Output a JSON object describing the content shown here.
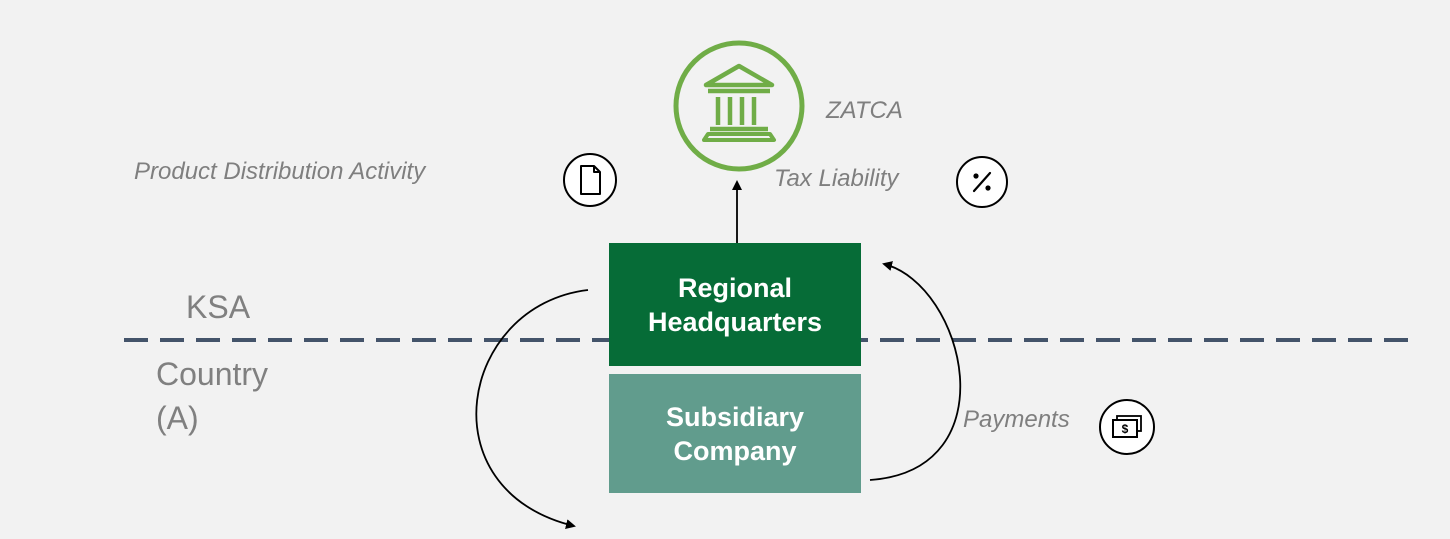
{
  "authority": {
    "label": "ZATCA",
    "icon": "government-building-icon",
    "color": "#70ad47"
  },
  "labels": {
    "product_distribution": "Product Distribution Activity",
    "tax_liability": "Tax Liability",
    "payments": "Payments"
  },
  "regions": {
    "upper": "KSA",
    "lower": "Country\n(A)"
  },
  "entities": {
    "regional_hq": {
      "label": "Regional\nHeadquarters",
      "color": "#066c37"
    },
    "subsidiary": {
      "label": "Subsidiary\nCompany",
      "color": "#619c8d"
    }
  },
  "icons": {
    "document": "document-icon",
    "percent": "percent-icon",
    "money": "money-icon"
  },
  "colors": {
    "border_line": "#44546a",
    "text_gray": "#7f7f7f",
    "background": "#f2f2f2"
  }
}
